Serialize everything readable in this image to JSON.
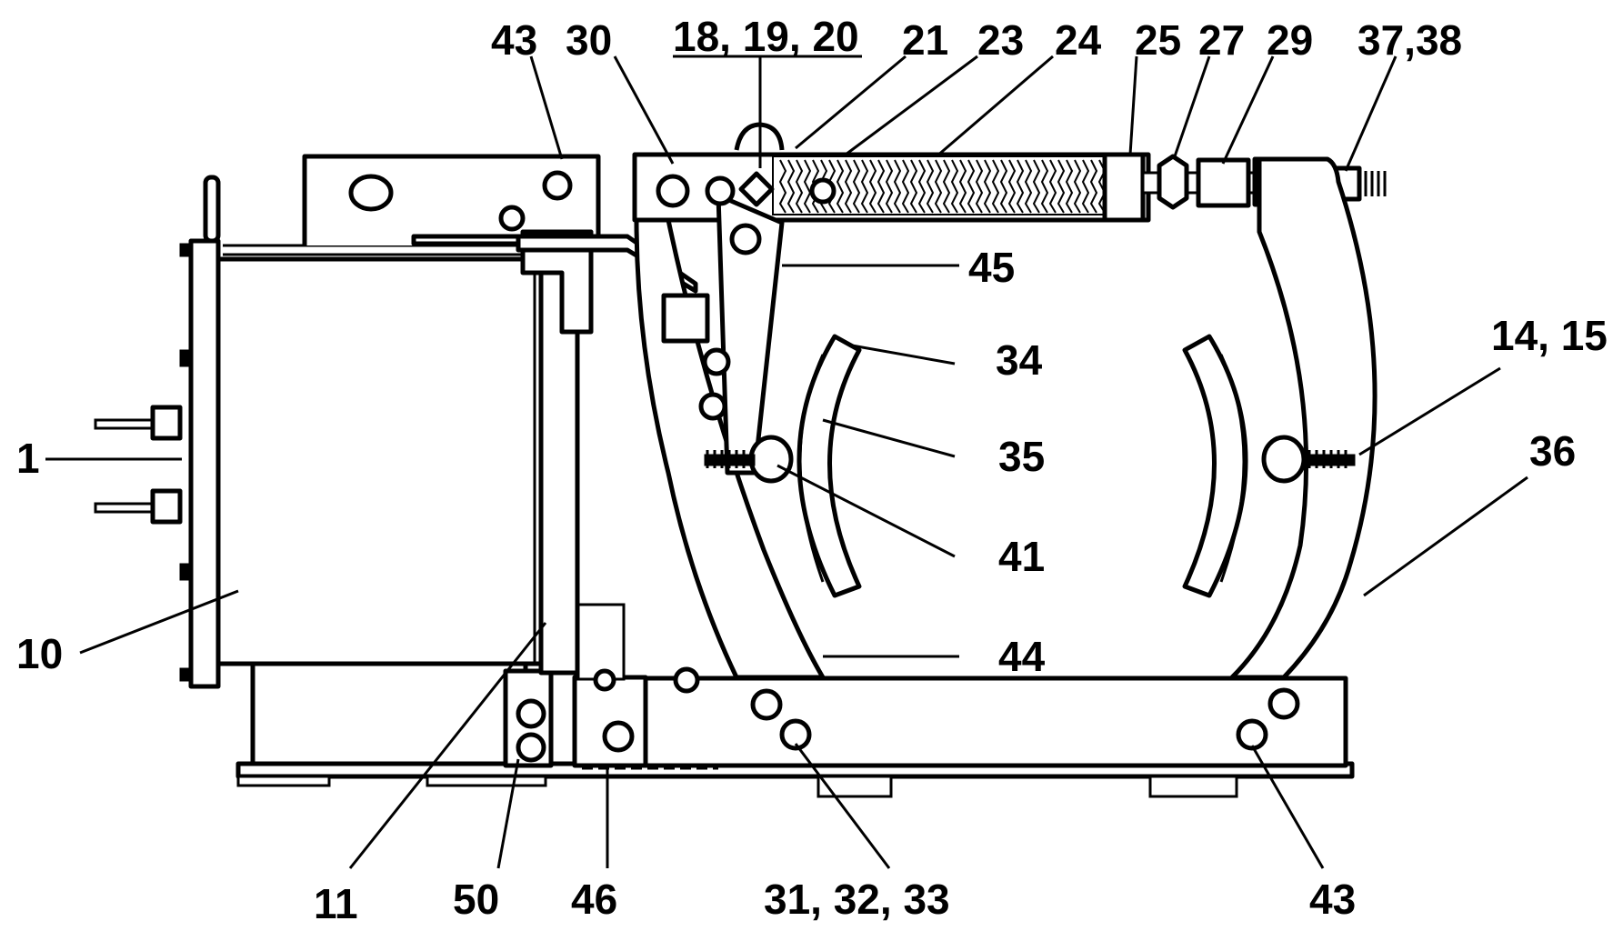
{
  "callouts": {
    "c43_top": "43",
    "c30": "30",
    "c18_19_20": "18, 19, 20",
    "c21": "21",
    "c23": "23",
    "c24": "24",
    "c25": "25",
    "c27": "27",
    "c29": "29",
    "c37_38": "37,38",
    "c45": "45",
    "c34": "34",
    "c14_15": "14, 15",
    "c1": "1",
    "c35": "35",
    "c36": "36",
    "c41": "41",
    "c10": "10",
    "c44": "44",
    "c11": "11",
    "c50": "50",
    "c46": "46",
    "c31_32_33": "31, 32, 33",
    "c43_bottom": "43"
  }
}
